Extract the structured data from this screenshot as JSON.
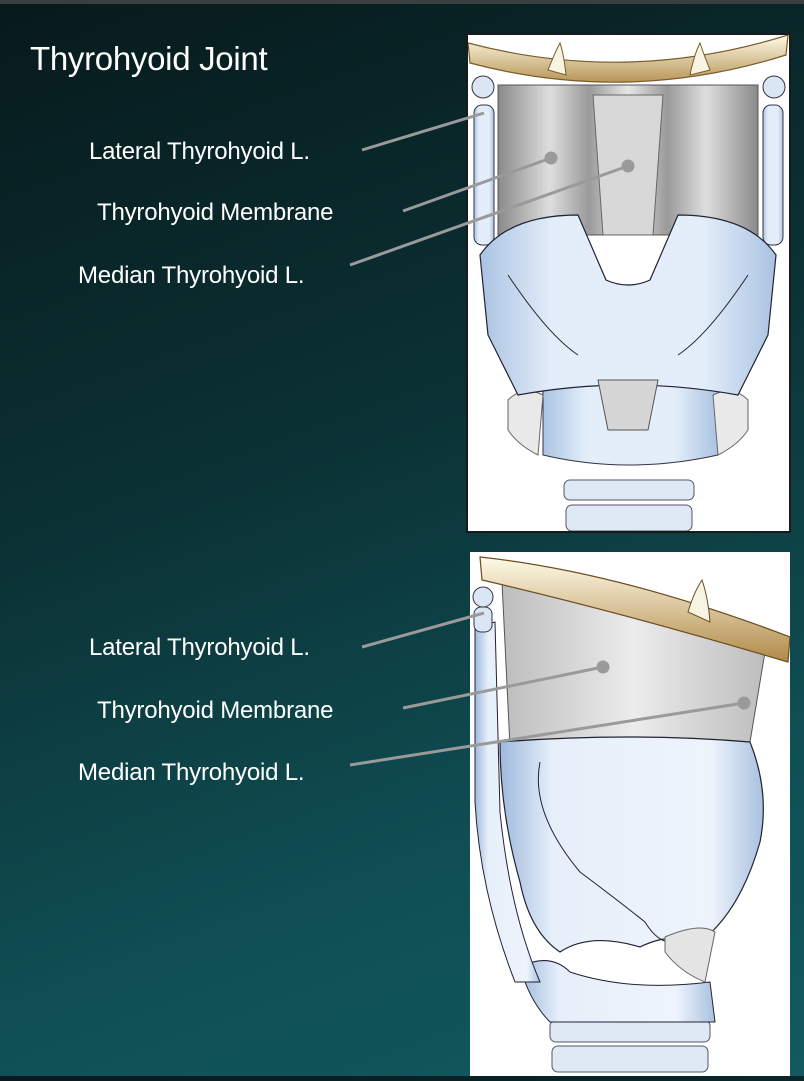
{
  "title": "Thyrohyoid Joint",
  "top_view": {
    "labels": {
      "lateral": "Lateral Thyrohyoid L.",
      "membrane": "Thyrohyoid Membrane",
      "median": "Median Thyrohyoid L."
    }
  },
  "side_view": {
    "labels": {
      "lateral": "Lateral Thyrohyoid L.",
      "membrane": "Thyrohyoid Membrane",
      "median": "Median Thyrohyoid L."
    }
  },
  "colors": {
    "background": "#0b3134",
    "cartilage": "#dde9f8",
    "bone": "#c9a86a",
    "membrane": "#c8c8c8",
    "leader": "#9a9a9a"
  }
}
